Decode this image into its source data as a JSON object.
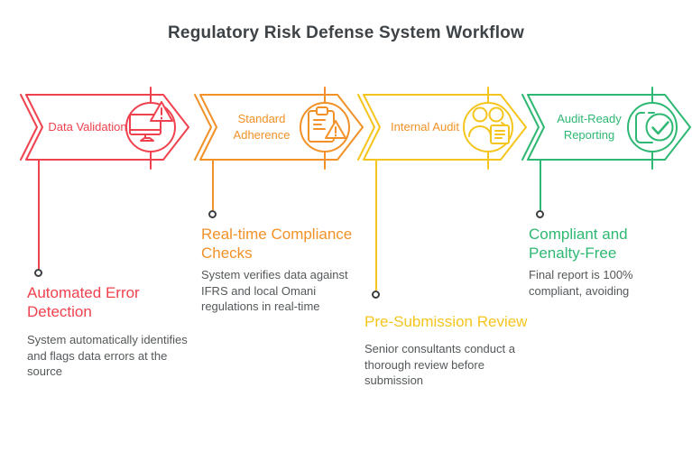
{
  "title": "Regulatory Risk Defense System Workflow",
  "colors": {
    "title_text": "#3e4347",
    "body_text": "#54585a",
    "marker_outline": "#3b3f42",
    "background": "#ffffff"
  },
  "stages": [
    {
      "banner_label": "Data Validation",
      "icon": "monitor-alert-icon",
      "banner_color": "#f0424e",
      "label_color": "#f0424e",
      "heading_color": "#f0424e",
      "heading": "Automated Error Detection",
      "description": "System automatically identifies and flags data errors at the source"
    },
    {
      "banner_label": "Standard Adherence",
      "icon": "clipboard-alert-icon",
      "banner_color": "#f29127",
      "label_color": "#f29127",
      "heading_color": "#f29127",
      "heading": "Real-time Compliance Checks",
      "description": "System verifies data against IFRS and local Omani regulations in real-time"
    },
    {
      "banner_label": "Internal Audit",
      "icon": "auditors-document-icon",
      "banner_color": "#f5c51d",
      "label_color": "#f29127",
      "heading_color": "#f5c51d",
      "heading": "Pre-Submission Review",
      "description": "Senior consultants conduct a thorough review before submission"
    },
    {
      "banner_label": "Audit-Ready Reporting",
      "icon": "report-check-icon",
      "banner_color": "#2eb873",
      "label_color": "#2eb873",
      "heading_color": "#2eb873",
      "heading": "Compliant and Penalty-Free",
      "description": "Final report is 100% compliant, avoiding"
    }
  ]
}
